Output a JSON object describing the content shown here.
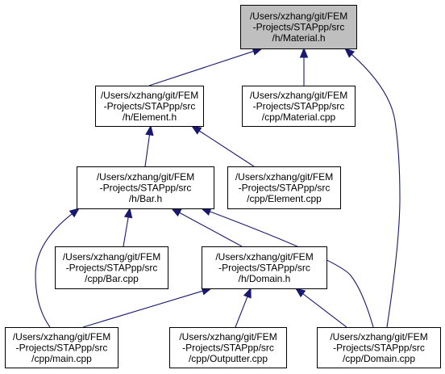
{
  "colors": {
    "edge": "#191970",
    "node_border": "#000000",
    "root_fill": "#bfbfbf",
    "node_fill": "#ffffff"
  },
  "nodes": [
    {
      "id": "material_h",
      "lines": [
        "/Users/xzhang/git/FEM",
        "-Projects/STAPpp/src",
        "/h/Material.h"
      ],
      "highlight": true
    },
    {
      "id": "element_h",
      "lines": [
        "/Users/xzhang/git/FEM",
        "-Projects/STAPpp/src",
        "/h/Element.h"
      ]
    },
    {
      "id": "material_cpp",
      "lines": [
        "/Users/xzhang/git/FEM",
        "-Projects/STAPpp/src",
        "/cpp/Material.cpp"
      ]
    },
    {
      "id": "bar_h",
      "lines": [
        "/Users/xzhang/git/FEM",
        "-Projects/STAPpp/src",
        "/h/Bar.h"
      ]
    },
    {
      "id": "element_cpp",
      "lines": [
        "/Users/xzhang/git/FEM",
        "-Projects/STAPpp/src",
        "/cpp/Element.cpp"
      ]
    },
    {
      "id": "bar_cpp",
      "lines": [
        "/Users/xzhang/git/FEM",
        "-Projects/STAPpp/src",
        "/cpp/Bar.cpp"
      ]
    },
    {
      "id": "domain_h",
      "lines": [
        "/Users/xzhang/git/FEM",
        "-Projects/STAPpp/src",
        "/h/Domain.h"
      ]
    },
    {
      "id": "main_cpp",
      "lines": [
        "/Users/xzhang/git/FEM",
        "-Projects/STAPpp/src",
        "/cpp/main.cpp"
      ]
    },
    {
      "id": "outputter_cpp",
      "lines": [
        "/Users/xzhang/git/FEM",
        "-Projects/STAPpp/src",
        "/cpp/Outputter.cpp"
      ]
    },
    {
      "id": "domain_cpp",
      "lines": [
        "/Users/xzhang/git/FEM",
        "-Projects/STAPpp/src",
        "/cpp/Domain.cpp"
      ]
    }
  ],
  "edges": [
    {
      "from": "element_h",
      "to": "material_h"
    },
    {
      "from": "material_cpp",
      "to": "material_h"
    },
    {
      "from": "domain_cpp",
      "to": "material_h"
    },
    {
      "from": "bar_h",
      "to": "element_h"
    },
    {
      "from": "element_cpp",
      "to": "element_h"
    },
    {
      "from": "bar_cpp",
      "to": "bar_h"
    },
    {
      "from": "domain_h",
      "to": "bar_h"
    },
    {
      "from": "main_cpp",
      "to": "bar_h"
    },
    {
      "from": "domain_cpp",
      "to": "bar_h"
    },
    {
      "from": "main_cpp",
      "to": "domain_h"
    },
    {
      "from": "outputter_cpp",
      "to": "domain_h"
    },
    {
      "from": "domain_cpp",
      "to": "domain_h"
    }
  ]
}
